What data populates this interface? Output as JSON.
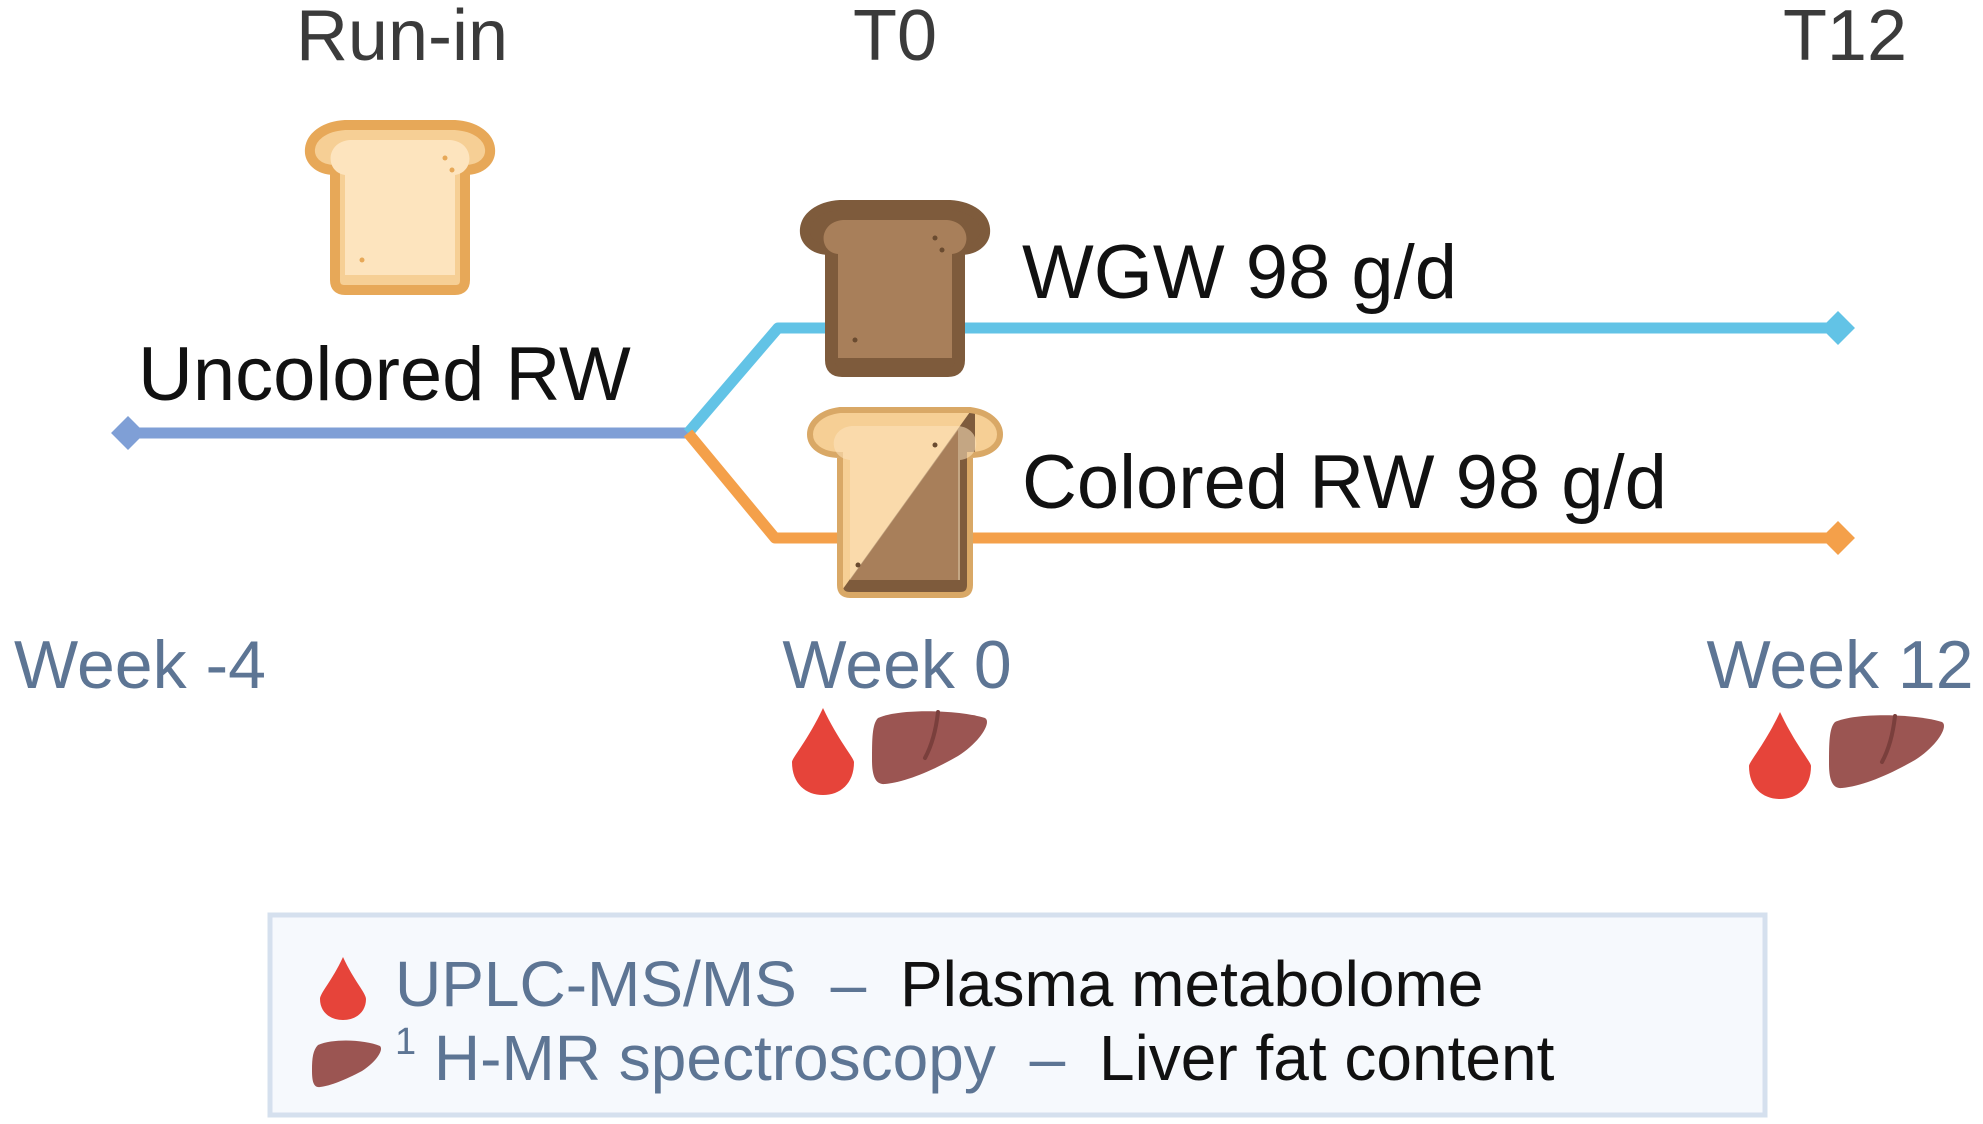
{
  "phases": {
    "runin": "Run-in",
    "t0": "T0",
    "t12": "T12"
  },
  "arms": {
    "uncolored": "Uncolored RW",
    "wgw": "WGW 98 g/d",
    "colored": "Colored RW 98 g/d"
  },
  "weeks": {
    "w_minus4": "Week -4",
    "w0": "Week 0",
    "w12": "Week 12"
  },
  "legend": {
    "row1_method": "UPLC-MS/MS",
    "row1_dash": "–",
    "row1_outcome": "Plasma metabolome",
    "row2_superscript": "1",
    "row2_method": "H-MR spectroscopy",
    "row2_dash": "–",
    "row2_outcome": "Liver fat content"
  },
  "colors": {
    "runin_line": "#7f9fd6",
    "wgw_line": "#62c3e6",
    "colored_line": "#f4a04a",
    "week_text": "#5d7594",
    "method_text": "#5d7594",
    "blood": "#e6443a",
    "liver": "#9b5552",
    "legend_border": "#d5e0ee",
    "legend_fill": "#f6f9fd"
  },
  "icons": {
    "runin_bread": "white-bread-icon",
    "wgw_bread": "wholegrain-bread-icon",
    "colored_bread": "half-colored-bread-icon",
    "blood": "blood-drop-icon",
    "liver": "liver-icon"
  }
}
